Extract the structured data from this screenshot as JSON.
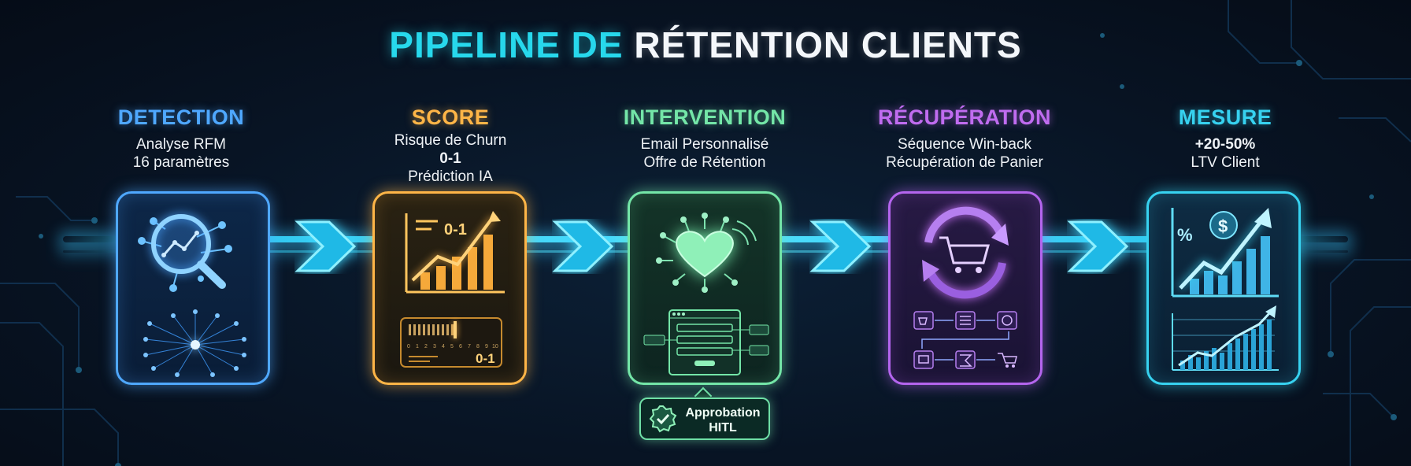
{
  "title": {
    "part1": "PIPELINE DE",
    "part2": "RÉTENTION CLIENTS"
  },
  "stages": [
    {
      "label": "DETECTION",
      "color": "#4fa8ff",
      "lines": [
        "Analyse RFM",
        "16 paramètres"
      ],
      "icon": "magnifier-chart-icon"
    },
    {
      "label": "SCORE",
      "color": "#ffb547",
      "lines": [
        "Risque de Churn",
        "0-1",
        "Prédiction IA"
      ],
      "icon": "score-chart-icon",
      "chart_label": "0-1",
      "gauge_label": "0-1",
      "gauge_ticks": [
        "0",
        "1",
        "2",
        "3",
        "4",
        "5",
        "6",
        "7",
        "8",
        "9",
        "10"
      ]
    },
    {
      "label": "INTERVENTION",
      "color": "#74e6a8",
      "lines": [
        "Email Personnalisé",
        "Offre de Rétention"
      ],
      "icon": "heart-network-icon"
    },
    {
      "label": "RÉCUPÉRATION",
      "color": "#c06cf0",
      "lines": [
        "Séquence Win-back",
        "Récupération de Panier"
      ],
      "icon": "cart-cycle-icon"
    },
    {
      "label": "MESURE",
      "color": "#37d2f0",
      "lines": [
        "+20-50%",
        "LTV Client"
      ],
      "icon": "growth-chart-icon"
    }
  ],
  "approval": {
    "line1": "Approbation",
    "line2": "HITL",
    "icon": "check-badge-icon"
  }
}
